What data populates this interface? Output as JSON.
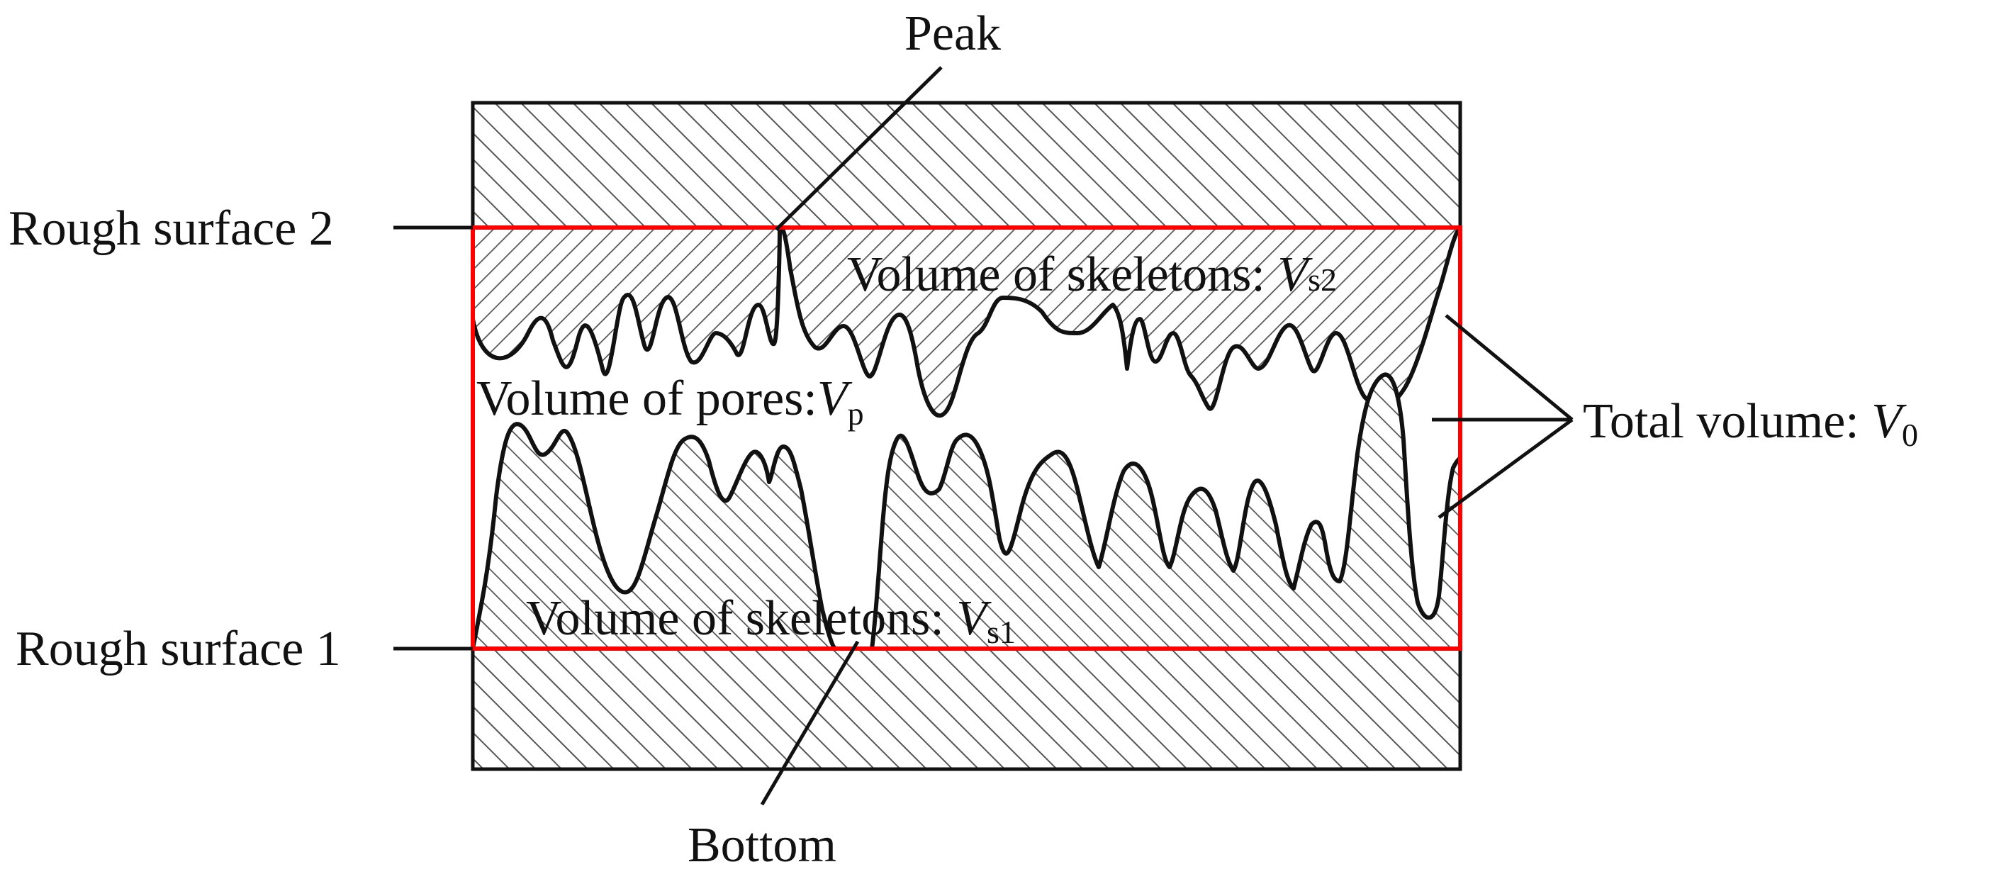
{
  "diagram": {
    "labels": {
      "peak": "Peak",
      "bottom": "Bottom",
      "rough_surface_2": "Rough surface 2",
      "rough_surface_1": "Rough surface 1",
      "skeleton_top_text": "Volume of skeletons: ",
      "skeleton_top_var": "V",
      "skeleton_top_sub": "s2",
      "skeleton_bottom_text": "Volume of skeletons: ",
      "skeleton_bottom_var": "V",
      "skeleton_bottom_sub": "s1",
      "pores_text": "Volume of pores:",
      "pores_var": "V",
      "pores_sub": "p",
      "total_text": "Total volume: ",
      "total_var": "V",
      "total_sub": "0"
    },
    "colors": {
      "outline": "#111111",
      "red_frame": "#ff0000",
      "hatch": "#555555",
      "background": "#ffffff"
    }
  }
}
